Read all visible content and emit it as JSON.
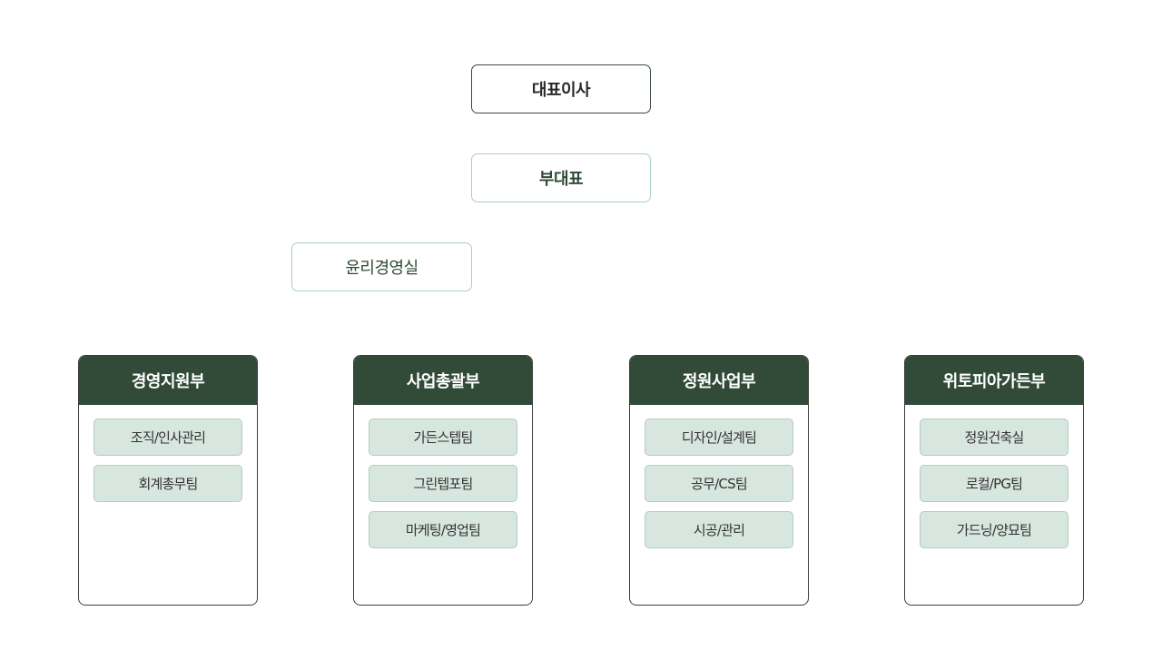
{
  "top": {
    "ceo": "대표이사",
    "vice": "부대표",
    "ethics": "윤리경영실"
  },
  "departments": [
    {
      "name": "경영지원부",
      "teams": [
        "조직/인사관리",
        "회계총무팀"
      ]
    },
    {
      "name": "사업총괄부",
      "teams": [
        "가든스텝팀",
        "그린텝포팀",
        "마케팅/영업팀"
      ]
    },
    {
      "name": "정원사업부",
      "teams": [
        "디자인/설계팀",
        "공무/CS팀",
        "시공/관리"
      ]
    },
    {
      "name": "위토피아가든부",
      "teams": [
        "정원건축실",
        "로컬/PG팀",
        "가드닝/양묘팀"
      ]
    }
  ],
  "colors": {
    "header_bg": "#324b39",
    "team_bg": "#d7e6df",
    "accent_border": "#a9cfc1"
  }
}
